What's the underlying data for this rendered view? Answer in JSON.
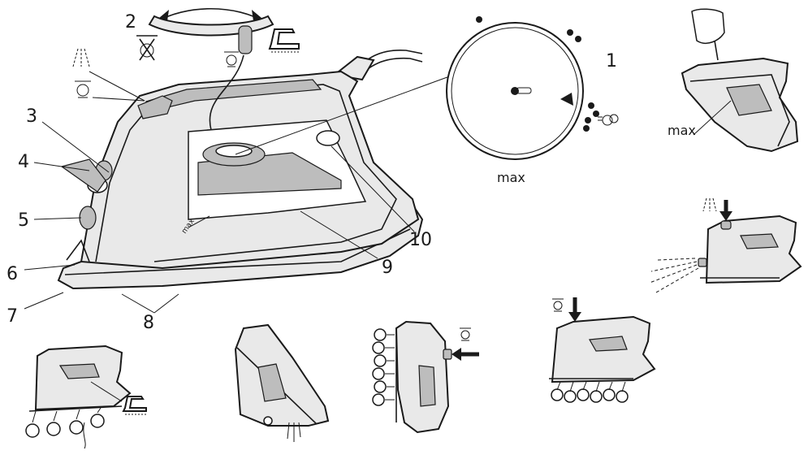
{
  "callouts": {
    "n1": "1",
    "n2": "2",
    "n3": "3",
    "n4": "4",
    "n5": "5",
    "n6": "6",
    "n7": "7",
    "n8": "8",
    "n9": "9",
    "n10": "10"
  },
  "dial": {
    "max_label": "max"
  },
  "fill_panel": {
    "max_label": "max"
  },
  "iron_body": {
    "max_mark": "max"
  },
  "icons": [
    "spray-icon",
    "steam-shot-icon",
    "iron-steam-icon",
    "steam-off-icon",
    "vertical-steam-icon"
  ]
}
